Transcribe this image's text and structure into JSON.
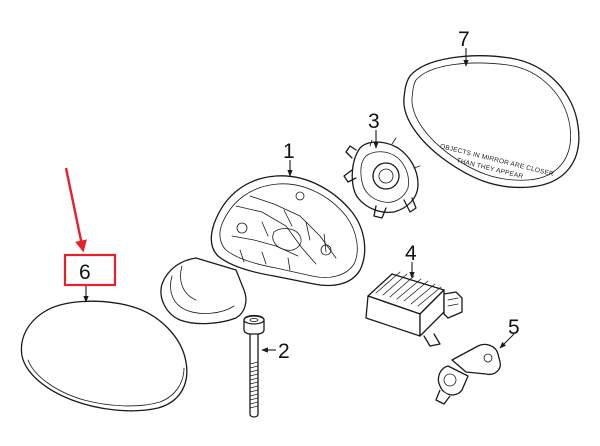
{
  "diagram": {
    "callouts": [
      {
        "id": "1",
        "part": "mirror-housing"
      },
      {
        "id": "2",
        "part": "mounting-bolt"
      },
      {
        "id": "3",
        "part": "adjustment-motor"
      },
      {
        "id": "4",
        "part": "control-module"
      },
      {
        "id": "5",
        "part": "mounting-bracket"
      },
      {
        "id": "6",
        "part": "mirror-cover-cap"
      },
      {
        "id": "7",
        "part": "mirror-glass"
      }
    ],
    "glass_text": {
      "line1": "OBJECTS IN MIRROR ARE CLOSER",
      "line2": "THAN THEY APPEAR"
    },
    "highlight": {
      "target_callout": "6",
      "color": "#e8202a"
    },
    "line_color": "#1a1a1a"
  }
}
